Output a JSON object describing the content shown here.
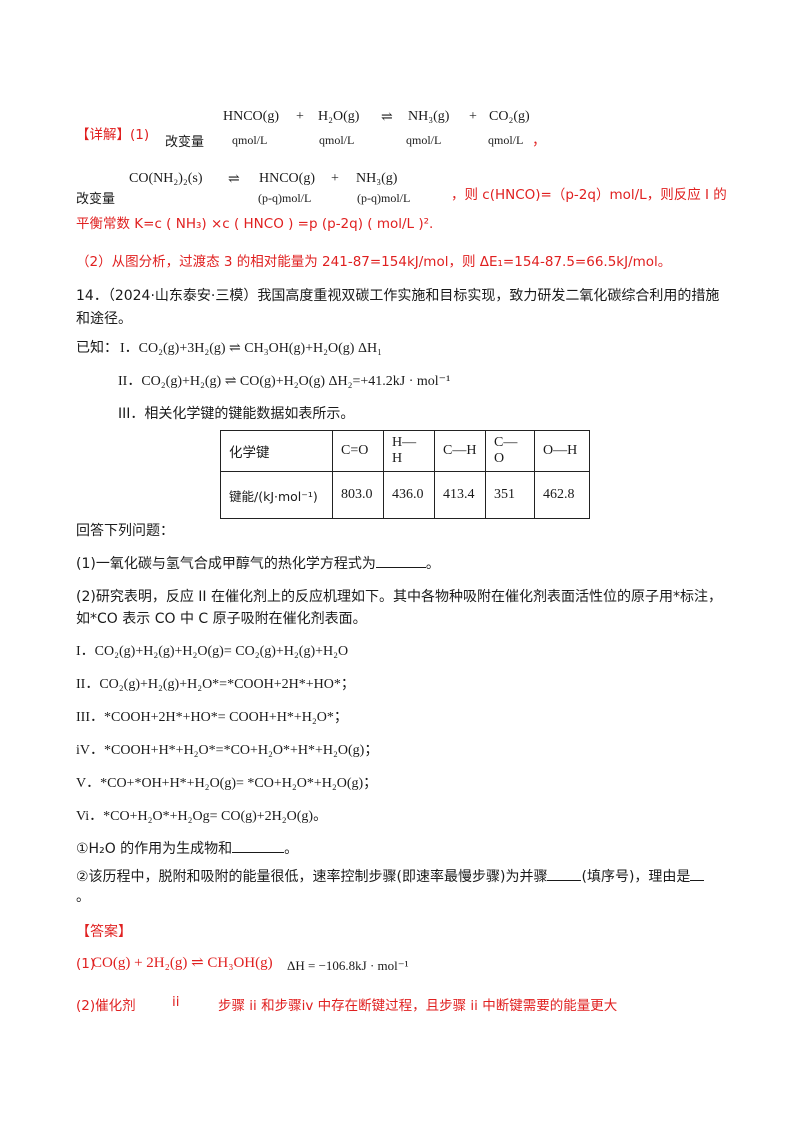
{
  "detail": {
    "heading": "【详解】",
    "part1_label": "(1)",
    "eq1": {
      "reactant1": "HNCO(g)",
      "plus1": "+",
      "reactant2": "H₂O(g)",
      "arrow": "⇌",
      "product1": "NH₃(g)",
      "plus2": "+",
      "product2": "CO₂(g)",
      "change_label": "改变量",
      "amounts": [
        "qmol/L",
        "qmol/L",
        "qmol/L",
        "qmol/L"
      ],
      "trail": "，"
    },
    "eq2": {
      "reactant": "CO(NH₂)₂(s)",
      "arrow": "⇌",
      "product1": "HNCO(g)",
      "plus": "+",
      "product2": "NH₃(g)",
      "change_label": "改变量",
      "amounts": [
        "(p-q)mol/L",
        "(p-q)mol/L"
      ],
      "conclusion": "，则 c(HNCO)=（p-2q）mol/L，则反应 I 的"
    },
    "line_k": "平衡常数 K=c ( NH₃) ×c ( HNCO ) =p (p-2q) ( mol/L )².",
    "line_part2": "（2）从图分析，过渡态 3 的相对能量为 241-87=154kJ/mol，则 ΔE₁=154-87.5=66.5kJ/mol。"
  },
  "q14": {
    "intro_line1": "14．（2024·山东泰安·三模）我国高度重视双碳工作实施和目标实现，致力研发二氧化碳综合利用的措施",
    "intro_line2": "和途径。",
    "known_label": "已知：",
    "reaction1": "I．CO₂(g)+3H₂(g) ⇌ CH₃OH(g)+H₂O(g)    ΔH₁",
    "reaction2": "II．CO₂(g)+H₂(g) ⇌ CO(g)+H₂O(g)      ΔH₂=+41.2kJ · mol⁻¹",
    "reaction3": "III．相关化学键的键能数据如表所示。",
    "table": {
      "header": [
        "化学键",
        "C=O",
        "H—H",
        "C—H",
        "C—O",
        "O—H"
      ],
      "row": [
        "键能/(kJ·mol⁻¹)",
        "803.0",
        "436.0",
        "413.4",
        "351",
        "462.8"
      ]
    },
    "answer_prompt": "回答下列问题：",
    "sub1": "(1)一氧化碳与氢气合成甲醇气的热化学方程式为",
    "sub1_end": "。",
    "sub2_line1": "(2)研究表明，反应 II 在催化剂上的反应机理如下。其中各物种吸附在催化剂表面活性位的原子用*标注，",
    "sub2_line2": "如*CO 表示 CO 中 C 原子吸附在催化剂表面。",
    "steps": [
      "I．CO₂(g)+H₂(g)+H₂O(g)= CO₂(g)+H₂(g)+H₂O",
      "II．CO₂(g)+H₂(g)+H₂O*=*COOH+2H*+HO*；",
      "III．*COOH+2H*+HO*= COOH+H*+H₂O*；",
      "iV．*COOH+H*+H₂O*=*CO+H₂O*+H*+H₂O(g)；",
      "V．*CO+*OH+H*+H₂O(g)= *CO+H₂O*+H₂O(g)；",
      "Vi．*CO+H₂O*+H₂Og= CO(g)+2H₂O(g)。"
    ],
    "q_a": "①H₂O 的作用为生成物和",
    "q_a_end": "。",
    "q_b_1": "②该历程中，脱附和吸附的能量很低，速率控制步骤(即速率最慢步骤)为并骤",
    "q_b_2": "(填序号)，理由是",
    "q_b_3": "。",
    "answer_heading": "【答案】",
    "ans1_label": "(1)",
    "ans1_eq": "CO(g) + 2H₂(g) ⇌ CH₃OH(g)",
    "ans1_dh": "ΔH = −106.8kJ · mol⁻¹",
    "ans2_label": "(2)催化剂",
    "ans2_step": "ii",
    "ans2_reason": "步骤 ii 和步骤iv 中存在断键过程，且步骤 ii 中断键需要的能量更大"
  }
}
